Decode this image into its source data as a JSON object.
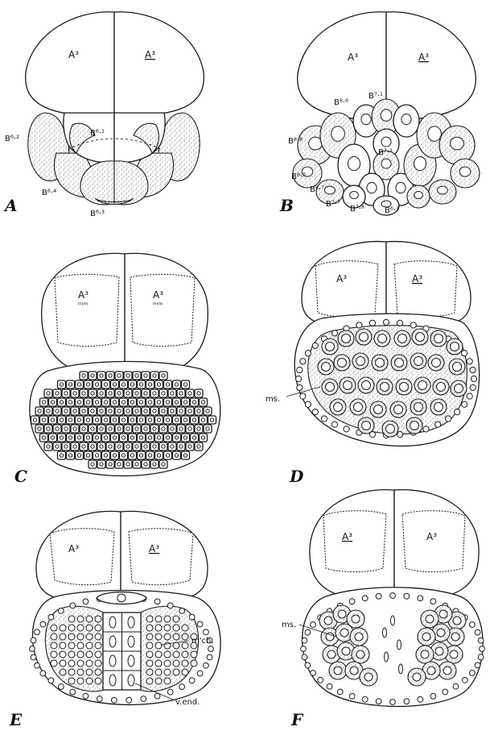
{
  "panels": {
    "A": {
      "letter": "A",
      "labels": {
        "a3_left": "A³",
        "a3_right": "A³",
        "b61": "B⁶·¹",
        "b62": "B⁶·²",
        "b64": "B⁶·⁴",
        "b63": "B⁶·³"
      }
    },
    "B": {
      "letter": "B",
      "labels": {
        "a3_left": "A³",
        "a3_right": "A³",
        "b86": "B⁸·⁶",
        "b71": "B⁷·¹",
        "b88": "B⁸·⁸",
        "b72": "B⁷·²",
        "b85": "B⁸·⁵",
        "b87": "B⁸·⁷",
        "b77": "B⁷·⁷",
        "b78": "B⁷·⁸",
        "b63": "B⁶·³"
      }
    },
    "C": {
      "letter": "C",
      "labels": {
        "a3_left": "A³",
        "a3_right": "A³"
      }
    },
    "D": {
      "letter": "D",
      "labels": {
        "a3_left": "A³",
        "a3_right": "A³",
        "ms": "ms."
      }
    },
    "E": {
      "letter": "E",
      "labels": {
        "a3_left": "A³",
        "a3_right": "A³",
        "mch": "m'ch.",
        "vend": "v.end."
      }
    },
    "F": {
      "letter": "F",
      "labels": {
        "a3_left": "A³",
        "a3_right": "A³",
        "ms": "ms."
      }
    }
  }
}
